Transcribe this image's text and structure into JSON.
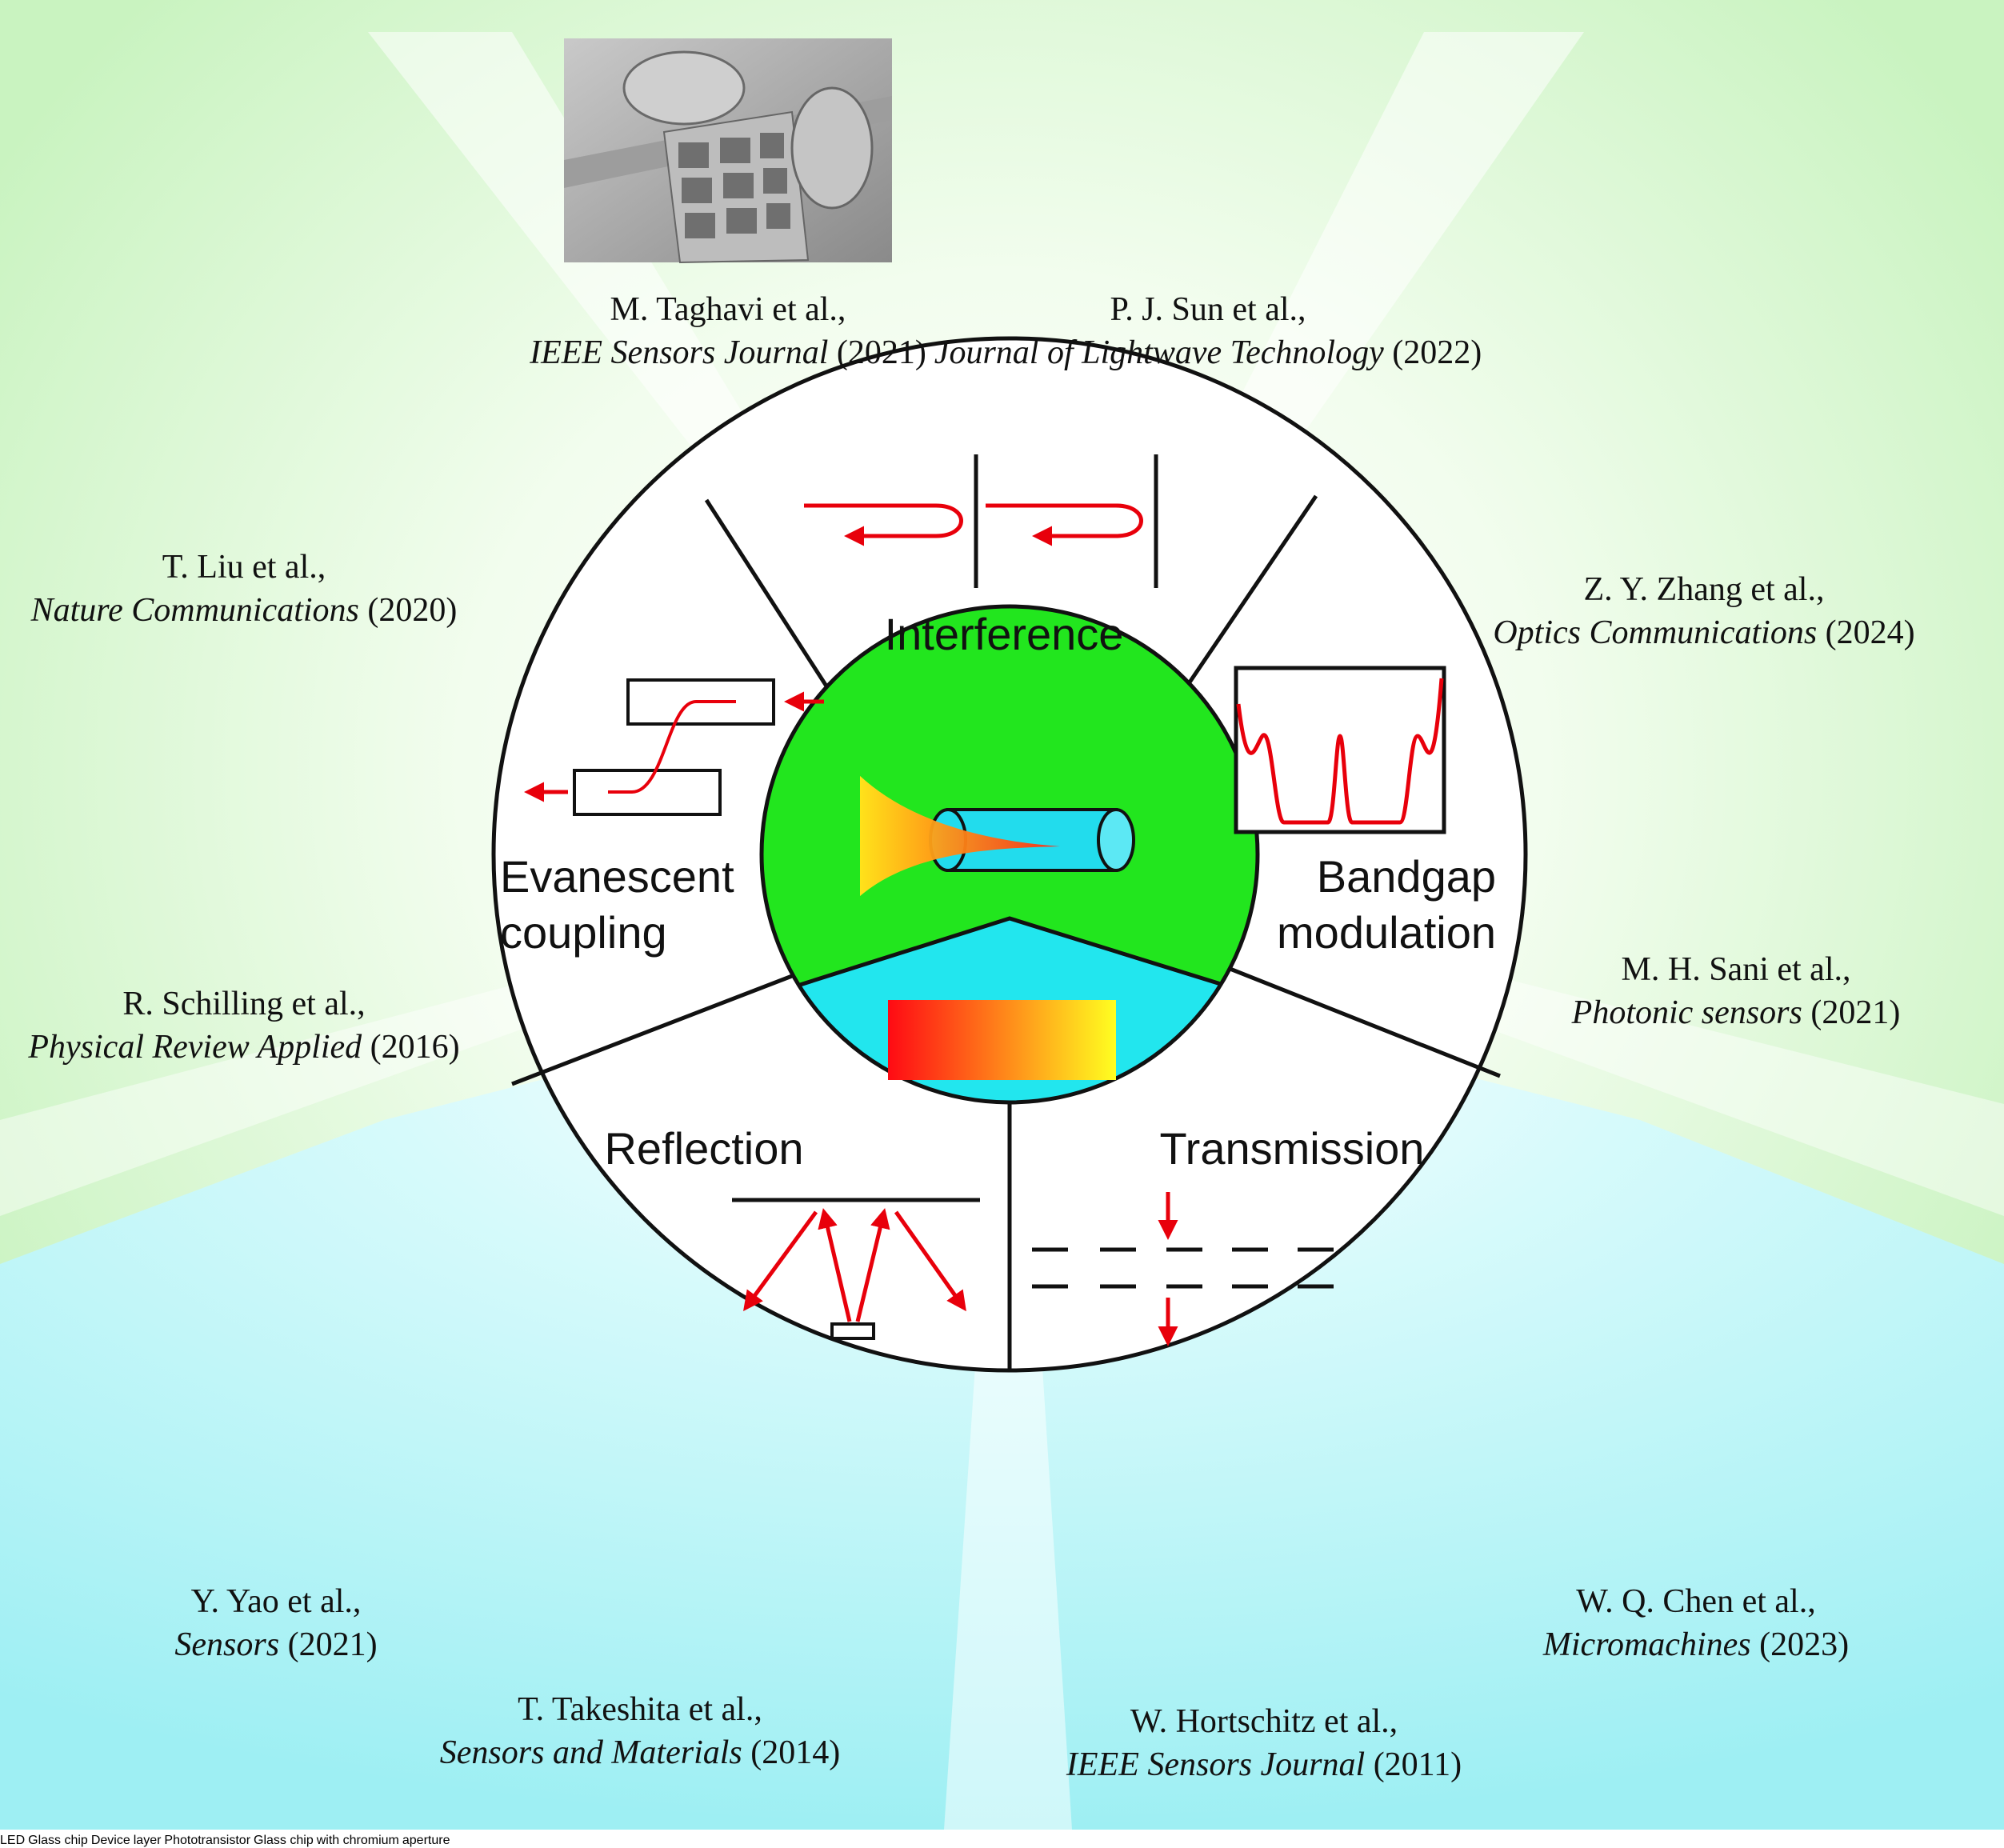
{
  "center": {
    "segments": {
      "interference": "Interference",
      "bandgap_line1": "Bandgap",
      "bandgap_line2": "modulation",
      "evanescent_line1": "Evanescent",
      "evanescent_line2": "coupling",
      "reflection": "Reflection",
      "transmission": "Transmission"
    }
  },
  "references": [
    {
      "id": "taghavi",
      "authors": "M. Taghavi et al.,",
      "journal": "IEEE Sensors Journal",
      "year": " (2021)"
    },
    {
      "id": "sun",
      "authors": "P. J. Sun et al.,",
      "journal": "Journal of Lightwave Technology",
      "year": " (2022)"
    },
    {
      "id": "liu",
      "authors": "T. Liu et al.,",
      "journal": "Nature Communications",
      "year": " (2020)"
    },
    {
      "id": "zhang",
      "authors": "Z. Y. Zhang et al.,",
      "journal": "Optics Communications",
      "year": " (2024)"
    },
    {
      "id": "schilling",
      "authors": "R. Schilling et al.,",
      "journal": "Physical Review Applied",
      "year": " (2016)"
    },
    {
      "id": "sani",
      "authors": "M. H. Sani et al.,",
      "journal": "Photonic sensors",
      "year": " (2021)"
    },
    {
      "id": "yao",
      "authors": "Y. Yao et al.,",
      "journal": "Sensors",
      "year": " (2021)"
    },
    {
      "id": "takeshita",
      "authors": "T. Takeshita et al.,",
      "journal": "Sensors and Materials",
      "year": "  (2014)"
    },
    {
      "id": "hortschitz",
      "authors": "W. Hortschitz et al.,",
      "journal": "IEEE Sensors Journal",
      "year": " (2011)"
    },
    {
      "id": "chen",
      "authors": "W. Q. Chen et al.,",
      "journal": "Micromachines",
      "year": " (2023)"
    }
  ],
  "figure_labels": {
    "led": "LED",
    "glass_chip_note": [
      "Glass chip",
      "with chromium",
      "aperture"
    ],
    "glass_chip": "Glass chip",
    "device_layer": [
      "Device",
      "layer"
    ],
    "phototransistor": "Phototransistor"
  },
  "colors": {
    "green_bg": "#d6f7cf",
    "cyan_bg": "#aef4f6",
    "arrow_red": "#e8000b",
    "hub_green": "#22e61e",
    "hub_cyan": "#22e6ee"
  }
}
